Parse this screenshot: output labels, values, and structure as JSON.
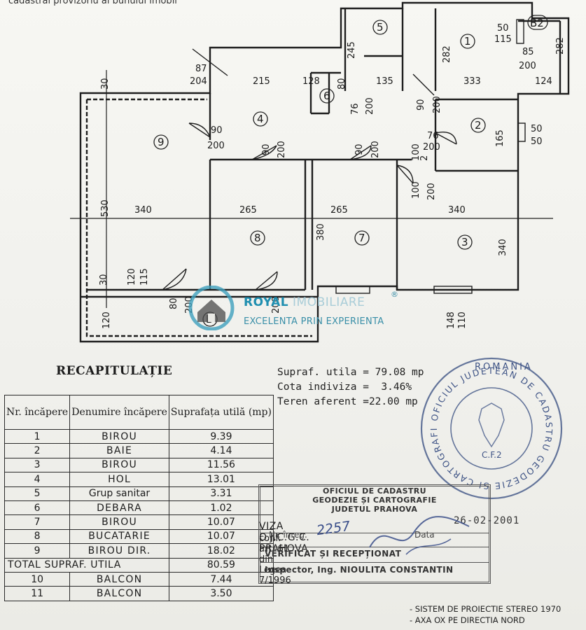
{
  "header": {
    "text": "cadastral provizoriu al bunului imobil"
  },
  "plan": {
    "rooms": [
      "1",
      "2",
      "3",
      "4",
      "5",
      "6",
      "7",
      "8",
      "9"
    ],
    "room_b2": "B2",
    "room_b": "B",
    "dims": {
      "d87": "87",
      "d204": "204",
      "d215": "215",
      "d128": "128",
      "d80": "80",
      "d245": "245",
      "d135": "135",
      "d282a": "282",
      "d50a": "50",
      "d115a": "115",
      "d85": "85",
      "d200a": "200",
      "d333": "333",
      "d124": "124",
      "d282b": "282",
      "d30a": "30",
      "d76a": "76",
      "d200b": "200",
      "d90a": "90",
      "d200c": "200",
      "d76b": "76",
      "d200d": "200",
      "d165": "165",
      "d50b": "50",
      "d50c": "50",
      "d90b": "90",
      "d200e": "200",
      "d90c": "90",
      "d200f": "200",
      "d90d": "90",
      "d200g": "200",
      "d100a": "100",
      "d2": "2",
      "d100b": "100",
      "d200h": "200",
      "d530": "530",
      "d340a": "340",
      "d265a": "265",
      "d265b": "265",
      "d340b": "340",
      "d380": "380",
      "d340c": "340",
      "d30b": "30",
      "d120a": "120",
      "d115b": "115",
      "d80b": "80",
      "d200i": "200",
      "d200j": "200",
      "d120b": "120",
      "d148": "148",
      "d110": "110"
    }
  },
  "watermark": {
    "brand_bold": "ROYAL",
    "brand_light": "IMOBILIARE",
    "tagline": "EXCELENTA PRIN EXPERIENTA",
    "reg": "®"
  },
  "recap": {
    "title": "RECAPITULAȚIE",
    "headers": {
      "nr": "Nr. încăpere",
      "name": "Denumire încăpere",
      "area": "Suprafața utilă (mp)"
    },
    "rows": [
      {
        "nr": "1",
        "name": "BIROU",
        "area": "9.39"
      },
      {
        "nr": "2",
        "name": "BAIE",
        "area": "4.14"
      },
      {
        "nr": "3",
        "name": "BIROU",
        "area": "11.56"
      },
      {
        "nr": "4",
        "name": "HOL",
        "area": "13.01"
      },
      {
        "nr": "5",
        "name": "Grup sanitar",
        "area": "3.31"
      },
      {
        "nr": "6",
        "name": "DEBARA",
        "area": "1.02"
      },
      {
        "nr": "7",
        "name": "BIROU",
        "area": "10.07"
      },
      {
        "nr": "8",
        "name": "BUCATARIE",
        "area": "10.07"
      },
      {
        "nr": "9",
        "name": "BIROU DIR.",
        "area": "18.02"
      }
    ],
    "total": {
      "label": "TOTAL SUPRAF. UTILA",
      "area": "80.59"
    },
    "balconies": [
      {
        "nr": "10",
        "name": "BALCON",
        "area": "7.44"
      },
      {
        "nr": "11",
        "name": "BALCON",
        "area": "3.50"
      }
    ]
  },
  "summary": {
    "supraf": "Supraf. utila = 79.08 mp",
    "cota": "Cota indiviza =  3.46%",
    "teren": "Teren aferent =22.00 mp"
  },
  "seal": {
    "top": "ROMANIA",
    "ring": "OFICIUL JUDETEAN DE CADASTRU GEODEZIE SI CARTOGRAFIE PRAHOVA",
    "center": "C.F.2"
  },
  "cadastru": {
    "line1": "OFICIUL DE CADASTRU",
    "line2": "GEODEZIE ȘI CARTOGRAFIE",
    "line3": "JUDETUL PRAHOVA",
    "viza": "VIZA O.J.C.G.C. PRAHOVA",
    "conf": "conf. art. 61 din Legea 7/1996",
    "nr_label": "Nr. înreg.",
    "nr_value": "2257",
    "data_label": "Data",
    "date": "26-02-2001",
    "verificat": "VERIFICAT ȘI RECEPȚIONAT",
    "inspector": "Inspector, Ing. NIOULITA CONSTANTIN"
  },
  "notes": {
    "line1": "- SISTEM DE PROIECTIE STEREO 1970",
    "line2": "- AXA OX PE DIRECTIA NORD"
  }
}
